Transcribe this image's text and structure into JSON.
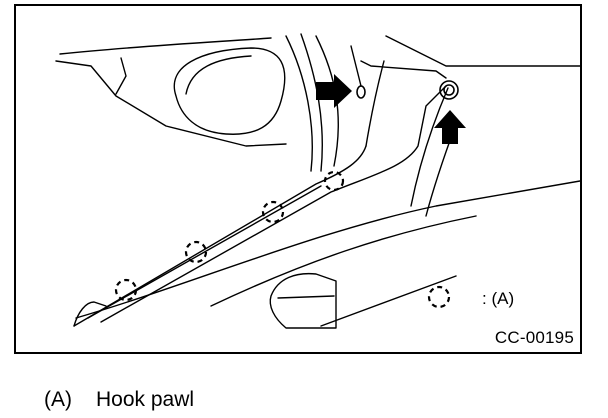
{
  "figure": {
    "legend": {
      "symbol": "dashed-circle",
      "label": ": (A)"
    },
    "code": "CC-00195",
    "arrows": [
      "right-arrow-icon",
      "up-arrow-icon"
    ]
  },
  "caption": {
    "tag": "(A)",
    "text": "Hook pawl"
  }
}
